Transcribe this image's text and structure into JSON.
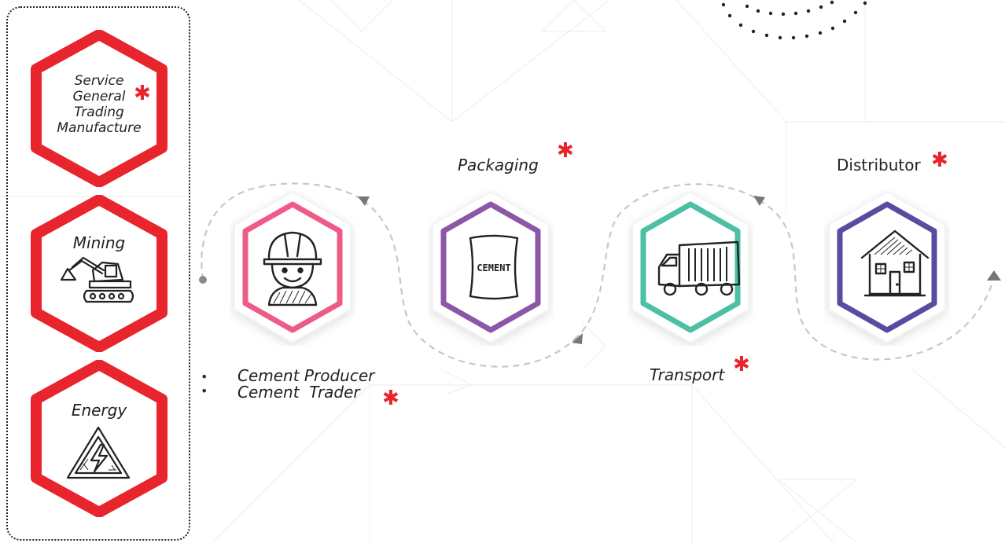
{
  "colors": {
    "red": "#e8242c",
    "pink": "#ef5b87",
    "purple": "#8d57a8",
    "teal": "#4dbfa4",
    "indigo": "#5c4aa0",
    "dash": "#c7c7c7"
  },
  "sidebar": {
    "items": [
      {
        "lines": [
          "Service",
          "General",
          "Trading",
          "Manufacture"
        ],
        "icon": "none",
        "starred": true
      },
      {
        "label": "Mining",
        "icon": "excavator-icon",
        "starred": false
      },
      {
        "label": "Energy",
        "icon": "high-voltage-warning-icon",
        "starred": false
      }
    ]
  },
  "flow": {
    "producer": {
      "icon": "construction-worker-icon",
      "items": [
        "Cement Producer",
        "Cement  Trader"
      ],
      "starred": true
    },
    "packaging": {
      "label": "Packaging",
      "icon": "cement-bag-icon",
      "bag_text": "CEMENT",
      "starred": true
    },
    "transport": {
      "label": "Transport",
      "icon": "cargo-truck-icon",
      "starred": true
    },
    "distributor": {
      "label": "Distributor",
      "icon": "house-icon",
      "starred": true
    }
  },
  "star_glyph": "✱"
}
